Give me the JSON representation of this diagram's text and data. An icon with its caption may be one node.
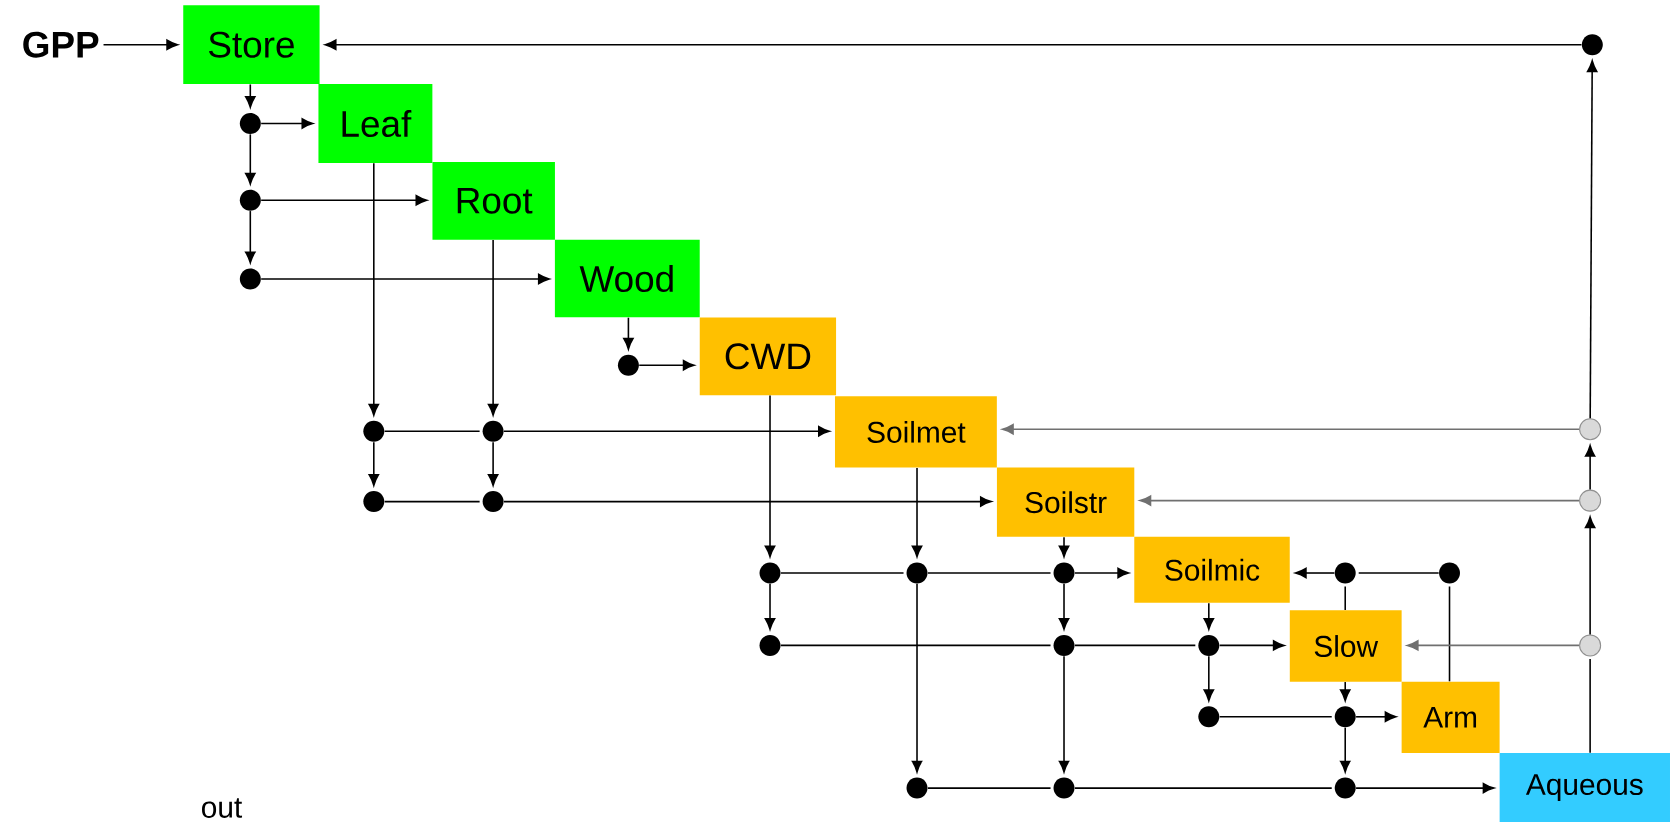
{
  "diagram": {
    "nodes": [
      {
        "text": [
          "GPP"
        ]
      },
      {
        "text": [
          "Store"
        ]
      },
      {
        "text": [
          "Leaf"
        ]
      },
      {
        "text": [
          "Root"
        ]
      },
      {
        "text": [
          "Wood"
        ]
      },
      {
        "text": [
          "CWD"
        ]
      },
      {
        "text": [
          "Soilmet"
        ]
      },
      {
        "text": [
          "Soilstr"
        ]
      },
      {
        "text": [
          "Soilmic"
        ]
      },
      {
        "text": [
          "Slow"
        ]
      },
      {
        "text": [
          "Arm"
        ]
      },
      {
        "text": [
          "Aqueous"
        ]
      },
      {
        "text": [],
        "shape": "circle"
      },
      {
        "text": [],
        "shape": "circle"
      },
      {
        "text": [],
        "shape": "circle"
      },
      {
        "text": [],
        "shape": "circle"
      },
      {
        "text": [],
        "shape": "circle"
      },
      {
        "text": [],
        "shape": "circle"
      },
      {
        "text": [],
        "shape": "circle"
      },
      {
        "text": [],
        "shape": "circle"
      },
      {
        "text": [],
        "shape": "circle"
      },
      {
        "text": [],
        "shape": "circle"
      },
      {
        "text": [],
        "shape": "circle"
      },
      {
        "text": [],
        "shape": "circle"
      },
      {
        "text": [],
        "shape": "circle"
      },
      {
        "text": [],
        "shape": "circle"
      },
      {
        "text": [],
        "shape": "circle"
      },
      {
        "text": [],
        "shape": "circle"
      },
      {
        "text": [],
        "shape": "circle"
      },
      {
        "text": [],
        "shape": "circle"
      },
      {
        "text": [],
        "shape": "circle"
      },
      {
        "text": [],
        "shape": "circle"
      },
      {
        "text": [],
        "shape": "circle"
      },
      {
        "text": [],
        "shape": "circle"
      },
      {
        "text": [],
        "shape": "circle"
      },
      {
        "text": [],
        "shape": "circle"
      },
      {
        "text": [],
        "shape": "circle"
      }
    ],
    "edges": [
      {
        "from": 0,
        "to": 1,
        "arrow": "to"
      },
      {
        "from": 12,
        "to": 1,
        "arrow": "to"
      },
      {
        "from": 1,
        "to": 13,
        "arrow": "to"
      },
      {
        "from": 13,
        "to": 2,
        "arrow": "to"
      },
      {
        "from": 13,
        "to": 14,
        "arrow": "to"
      },
      {
        "from": 14,
        "to": 3,
        "arrow": "to"
      },
      {
        "from": 14,
        "to": 15,
        "arrow": "to"
      },
      {
        "from": 15,
        "to": 4,
        "arrow": "to"
      },
      {
        "from": 4,
        "to": 16,
        "arrow": "to"
      },
      {
        "from": 16,
        "to": 5,
        "arrow": "to"
      },
      {
        "from": 2,
        "to": 17,
        "arrow": "to"
      },
      {
        "from": 3,
        "to": 18,
        "arrow": "to"
      },
      {
        "from": 17,
        "to": 18,
        "arrow": "none"
      },
      {
        "from": 18,
        "to": 6,
        "arrow": "to"
      },
      {
        "from": 17,
        "to": 20,
        "arrow": "to"
      },
      {
        "from": 18,
        "to": 21,
        "arrow": "to"
      },
      {
        "from": 20,
        "to": 21,
        "arrow": "none"
      },
      {
        "from": 21,
        "to": 7,
        "arrow": "to"
      },
      {
        "from": 5,
        "to": 23,
        "arrow": "to"
      },
      {
        "from": 6,
        "to": 24,
        "arrow": "to"
      },
      {
        "from": 7,
        "to": 25,
        "arrow": "to"
      },
      {
        "from": 23,
        "to": 24,
        "arrow": "none"
      },
      {
        "from": 24,
        "to": 25,
        "arrow": "none"
      },
      {
        "from": 25,
        "to": 8,
        "arrow": "to"
      },
      {
        "from": 26,
        "to": 8,
        "arrow": "to"
      },
      {
        "from": 27,
        "to": 26,
        "arrow": "none"
      },
      {
        "from": 9,
        "to": 26,
        "arrow": "none"
      },
      {
        "from": 10,
        "to": 27,
        "arrow": "none"
      },
      {
        "from": 23,
        "to": 28,
        "arrow": "to"
      },
      {
        "from": 25,
        "to": 29,
        "arrow": "to"
      },
      {
        "from": 24,
        "to": 34,
        "arrow": "to"
      },
      {
        "from": 29,
        "to": 35,
        "arrow": "to"
      },
      {
        "from": 8,
        "to": 30,
        "arrow": "to"
      },
      {
        "from": 30,
        "to": 32,
        "arrow": "to"
      },
      {
        "from": 28,
        "to": 29,
        "arrow": "none"
      },
      {
        "from": 29,
        "to": 30,
        "arrow": "none"
      },
      {
        "from": 30,
        "to": 9,
        "arrow": "to"
      },
      {
        "from": 9,
        "to": 33,
        "arrow": "to"
      },
      {
        "from": 33,
        "to": 36,
        "arrow": "to"
      },
      {
        "from": 32,
        "to": 33,
        "arrow": "none"
      },
      {
        "from": 33,
        "to": 10,
        "arrow": "to"
      },
      {
        "from": 34,
        "to": 35,
        "arrow": "none"
      },
      {
        "from": 35,
        "to": 36,
        "arrow": "none"
      },
      {
        "from": 36,
        "to": 11,
        "arrow": "to"
      },
      {
        "from": 11,
        "to": 31,
        "arrow": "none"
      },
      {
        "from": 31,
        "to": 22,
        "arrow": "to"
      },
      {
        "from": 22,
        "to": 19,
        "arrow": "to"
      },
      {
        "from": 19,
        "to": 12,
        "arrow": "to"
      },
      {
        "from": 19,
        "to": 6,
        "arrow": "to",
        "color": "#707070"
      },
      {
        "from": 22,
        "to": 7,
        "arrow": "to",
        "color": "#707070"
      },
      {
        "from": 31,
        "to": 9,
        "arrow": "to",
        "color": "#707070"
      }
    ],
    "labels": [
      "out"
    ]
  }
}
